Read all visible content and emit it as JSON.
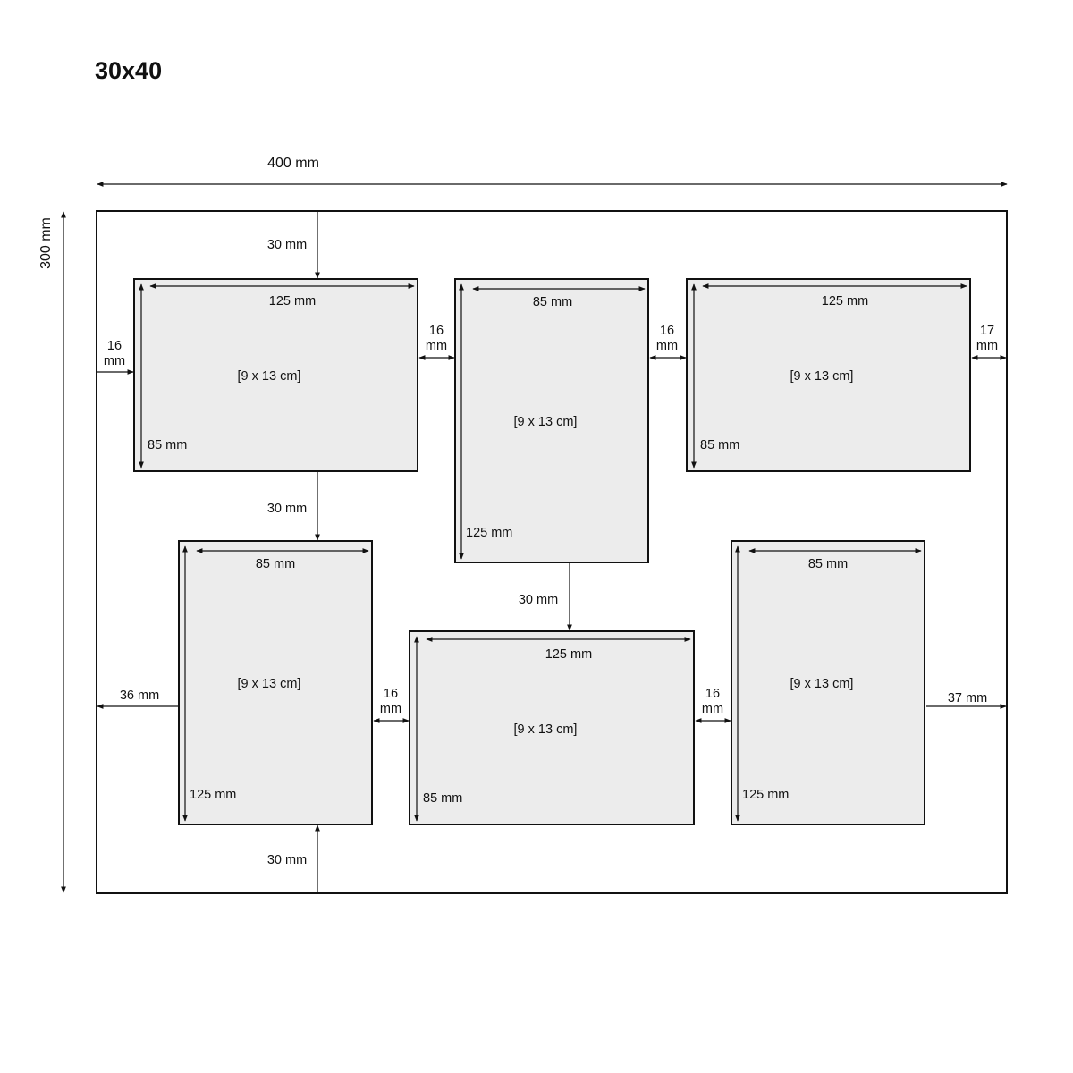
{
  "title": "30x40",
  "frame": {
    "width_label": "400 mm",
    "height_label": "300 mm"
  },
  "photo_size_label": "[9 x 13 cm]",
  "windows": [
    {
      "id": "top-left",
      "top_label": "125 mm",
      "side_label": "85 mm"
    },
    {
      "id": "top-middle",
      "top_label": "85 mm",
      "side_label": "125 mm"
    },
    {
      "id": "top-right",
      "top_label": "125 mm",
      "side_label": "85 mm"
    },
    {
      "id": "bottom-left",
      "top_label": "85 mm",
      "side_label": "125 mm"
    },
    {
      "id": "bottom-middle",
      "top_label": "125 mm",
      "side_label": "85 mm"
    },
    {
      "id": "bottom-right",
      "top_label": "85 mm",
      "side_label": "125 mm"
    }
  ],
  "gaps": {
    "top_margin": "30 mm",
    "row_gap_left": "30 mm",
    "row_gap_middle": "30 mm",
    "bottom_margin": "30 mm",
    "left_margin_top": [
      "16",
      "mm"
    ],
    "gap_top_1": [
      "16",
      "mm"
    ],
    "gap_top_2": [
      "16",
      "mm"
    ],
    "right_margin_top": [
      "17",
      "mm"
    ],
    "left_margin_bottom": "36 mm",
    "gap_bottom_1": [
      "16",
      "mm"
    ],
    "gap_bottom_2": [
      "16",
      "mm"
    ],
    "right_margin_bottom": "37 mm"
  }
}
